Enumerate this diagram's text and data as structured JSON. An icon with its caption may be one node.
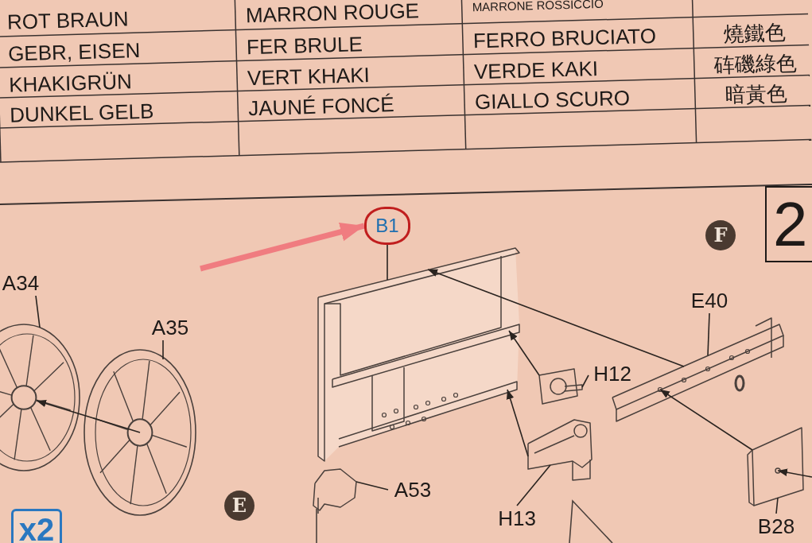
{
  "diagram": {
    "nodes": [
      {
        "text": [
          "B1"
        ]
      },
      {
        "text": [],
        "shape": "picture"
      },
      {
        "text": [
          "A34"
        ]
      },
      {
        "text": [],
        "shape": "picture"
      },
      {
        "text": [
          "A35"
        ]
      },
      {
        "text": [],
        "shape": "picture"
      },
      {
        "text": [
          "H12"
        ]
      },
      {
        "text": [],
        "shape": "picture"
      },
      {
        "text": [
          "E40"
        ]
      },
      {
        "text": [],
        "shape": "picture"
      },
      {
        "text": [
          "H13"
        ]
      },
      {
        "text": [],
        "shape": "picture"
      },
      {
        "text": [
          "A53"
        ]
      },
      {
        "text": [],
        "shape": "picture"
      },
      {
        "text": [
          "B28"
        ]
      },
      {
        "text": [],
        "shape": "picture"
      }
    ],
    "edges": [
      {
        "from": null,
        "to": 0,
        "arrow": "to",
        "style": "thick",
        "color": "#f07c80"
      },
      {
        "from": 0,
        "to": 1,
        "arrow": "none"
      },
      {
        "from": 2,
        "to": 3,
        "arrow": "none"
      },
      {
        "from": 4,
        "to": 5,
        "arrow": "none"
      },
      {
        "from": 5,
        "to": 3,
        "arrow": "to"
      },
      {
        "from": 6,
        "to": 7,
        "arrow": "none"
      },
      {
        "from": 9,
        "to": 1,
        "arrow": "to"
      },
      {
        "from": 7,
        "to": 1,
        "arrow": "to"
      },
      {
        "from": 11,
        "to": 1,
        "arrow": "to"
      },
      {
        "from": 8,
        "to": 9,
        "arrow": "none"
      },
      {
        "from": 10,
        "to": 11,
        "arrow": "none"
      },
      {
        "from": 12,
        "to": 13,
        "arrow": "none"
      },
      {
        "from": 14,
        "to": 15,
        "arrow": "none"
      },
      {
        "from": 15,
        "to": 9,
        "arrow": "to"
      },
      {
        "from": null,
        "to": 15,
        "arrow": "to"
      }
    ],
    "labels": [
      "ROT BRAUN",
      "MARRON ROUGE",
      "MARRONE ROSSICCIO",
      "GEBR, EISEN",
      "FER BRULE",
      "FERRO BRUCIATO",
      "燒鐵色",
      "KHAKIGRÜN",
      "VERT KHAKI",
      "VERDE KAKI",
      "砗磯綠色",
      "DUNKEL GELB",
      "JAUNÉ FONCÉ",
      "GIALLO SCURO",
      "暗黃色",
      "F",
      "2",
      "x2",
      "E"
    ]
  }
}
